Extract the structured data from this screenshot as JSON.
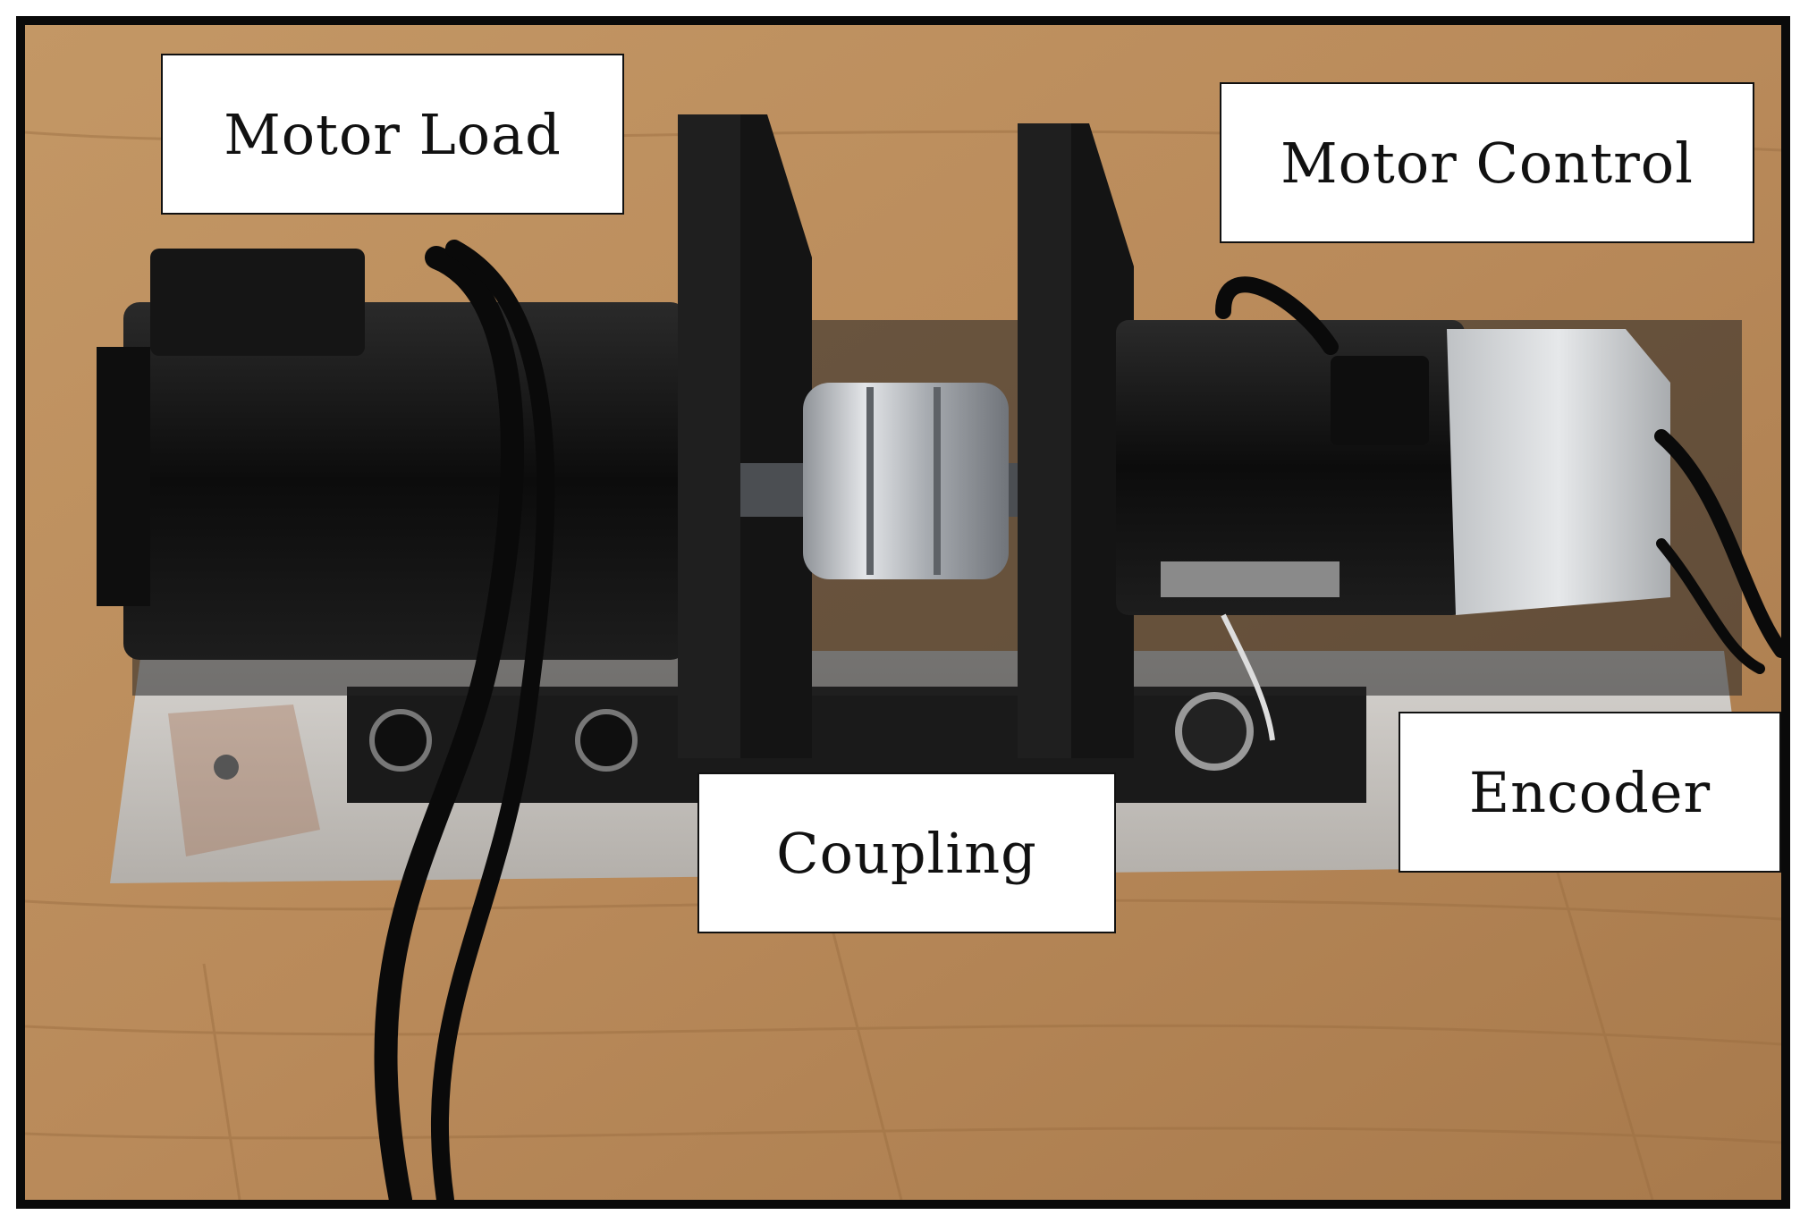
{
  "photo": {
    "subject": "motor-test-bench",
    "colors": {
      "frame": "#0a0a0a",
      "wood": "#b98a5a",
      "metal_plate": "#c9c6c2",
      "motor_body": "#111111",
      "coupling": "#b9bcc0",
      "encoder_housing": "#d2d4d6"
    }
  },
  "labels": {
    "motor_load": "Motor Load",
    "motor_control": "Motor Control",
    "coupling": "Coupling",
    "encoder": "Encoder"
  }
}
